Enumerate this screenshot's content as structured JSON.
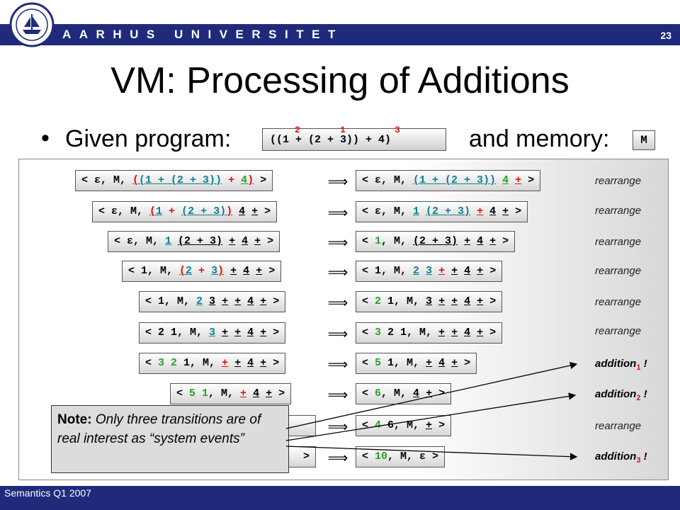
{
  "header": {
    "university": "AARHUS UNIVERSITET",
    "slide_number": "23"
  },
  "footer": {
    "text": "Semantics Q1 2007"
  },
  "title": "VM: Processing of Additions",
  "bullet": {
    "given_label": "Given program:",
    "program": "((1 + (2 + 3)) + 4)",
    "sup_1": "2",
    "sup_2": "1",
    "sup_3": "3",
    "memory_label": "and memory:",
    "memory": "M"
  },
  "rows": [
    {
      "label": "rearrange"
    },
    {
      "label": "rearrange"
    },
    {
      "label": "rearrange"
    },
    {
      "label": "rearrange"
    },
    {
      "label": "rearrange"
    },
    {
      "label": "rearrange"
    },
    {
      "label": "addition",
      "sub": "1"
    },
    {
      "label": "addition",
      "sub": "2"
    },
    {
      "label": "rearrange"
    },
    {
      "label": "addition",
      "sub": "3"
    }
  ],
  "note": {
    "bold": "Note:",
    "text": "Only three transitions are of real interest as “system events”"
  },
  "colors": {
    "header_bg": "#1f2b7a",
    "red": "#e01010",
    "green": "#2aa02a",
    "teal": "#108090"
  }
}
